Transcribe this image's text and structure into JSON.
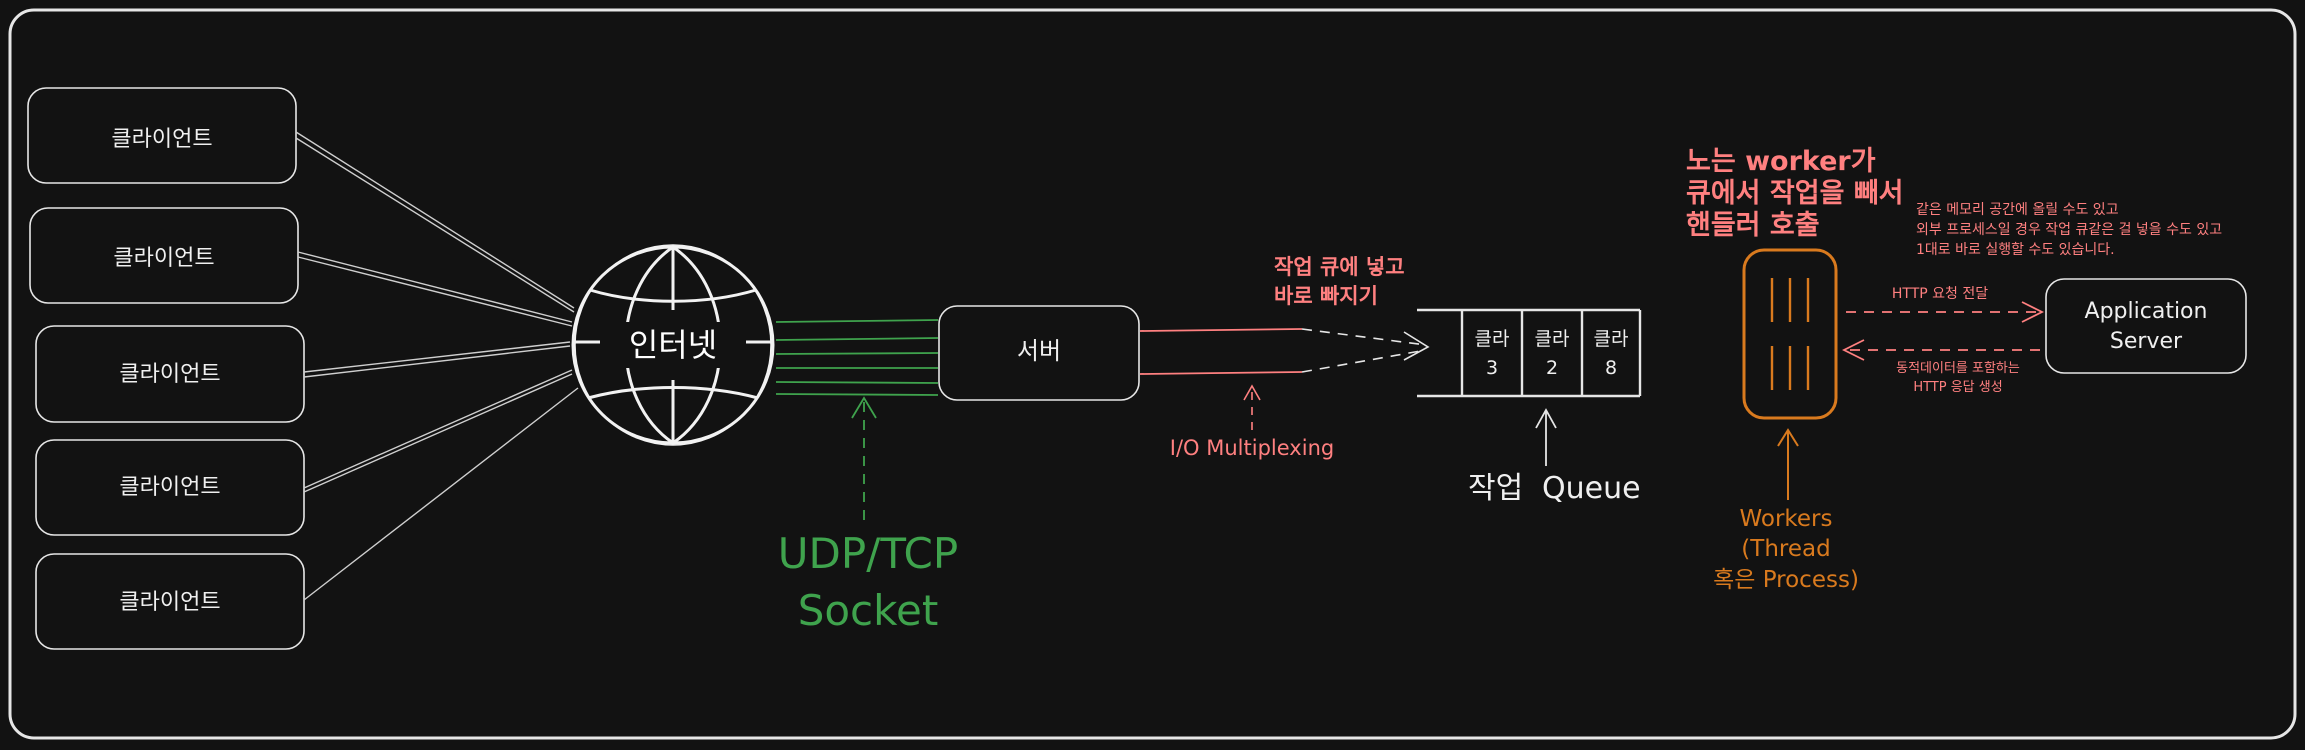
{
  "clients": [
    {
      "label": "클라이언트"
    },
    {
      "label": "클라이언트"
    },
    {
      "label": "클라이언트"
    },
    {
      "label": "클라이언트"
    },
    {
      "label": "클라이언트"
    }
  ],
  "internet": {
    "label": "인터넷"
  },
  "server": {
    "label": "서버"
  },
  "socket": {
    "line1": "UDP/TCP",
    "line2": "Socket"
  },
  "enqueue_note": {
    "line1": "작업 큐에 넣고",
    "line2": "바로 빠지기"
  },
  "io_label": "I/O Multiplexing",
  "queue": {
    "cells": [
      {
        "line1": "클라",
        "line2": "3"
      },
      {
        "line1": "클라",
        "line2": "2"
      },
      {
        "line1": "클라",
        "line2": "8"
      }
    ],
    "label_ko": "작업",
    "label_en": "Queue"
  },
  "worker_note": {
    "line1": "노는 worker가",
    "line2": "큐에서 작업을 빼서",
    "line3": "핸들러 호출"
  },
  "app_note": {
    "line1": "같은 메모리 공간에 올릴 수도 있고",
    "line2": "외부 프로세스일 경우 작업 큐같은 걸 넣을 수도 있고",
    "line3": "1대로 바로 실행할 수도 있습니다."
  },
  "workers_label": {
    "line1": "Workers",
    "line2": "(Thread",
    "line3": "혹은 Process)"
  },
  "http_request": "HTTP 요청 전달",
  "http_response": {
    "line1": "동적데이터를 포함하는",
    "line2": "HTTP 응답 생성"
  },
  "app_server": {
    "line1": "Application",
    "line2": "Server"
  },
  "colors": {
    "background": "#121212",
    "stroke": "#e6e6e6",
    "green": "#3fa34d",
    "red": "#ff8080",
    "orange": "#d97a1e"
  }
}
